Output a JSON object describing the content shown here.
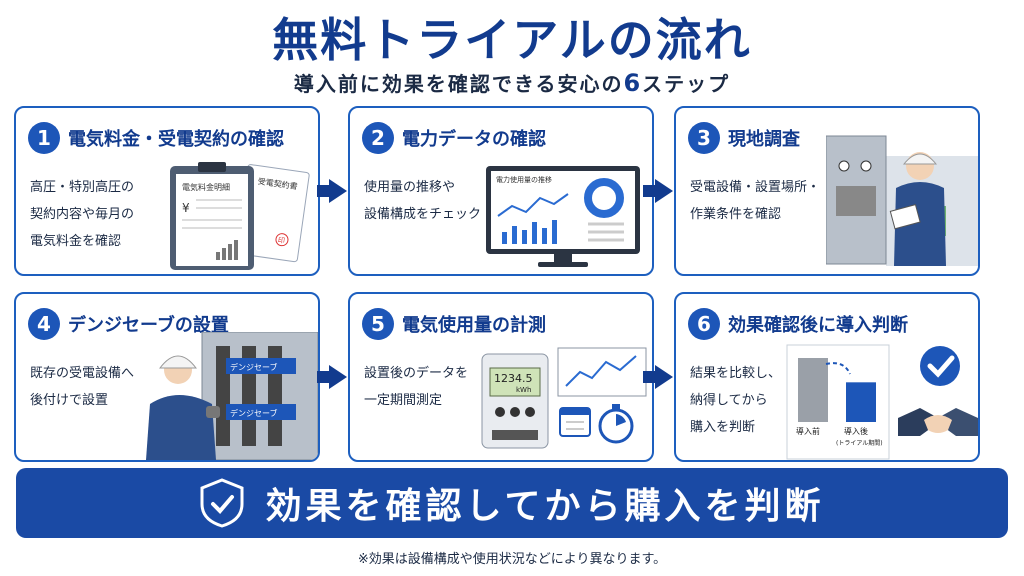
{
  "title": "無料トライアルの流れ",
  "subtitle_prefix": "導入前に効果を確認できる安心の",
  "subtitle_num": "6",
  "subtitle_suffix": "ステップ",
  "steps": [
    {
      "num": "1",
      "title": "電気料金・受電契約の確認",
      "desc": "高圧・特別高圧の\n契約内容や毎月の\n電気料金を確認",
      "doc1": "電気料金明細",
      "doc2": "受電契約書",
      "yen": "¥",
      "stamp": "印"
    },
    {
      "num": "2",
      "title": "電力データの確認",
      "desc": "使用量の推移や\n設備構成をチェック",
      "screen_title": "電力使用量の推移"
    },
    {
      "num": "3",
      "title": "現地調査",
      "desc": "受電設備・設置場所・\n作業条件を確認"
    },
    {
      "num": "4",
      "title": "デンジセーブの設置",
      "desc": "既存の受電設備へ\n後付けで設置",
      "device_label": "デンジセーブ"
    },
    {
      "num": "5",
      "title": "電気使用量の計測",
      "desc": "設置後のデータを\n一定期間測定",
      "meter_value": "1234.5",
      "meter_unit": "kWh"
    },
    {
      "num": "6",
      "title": "効果確認後に導入判断",
      "desc": "結果を比較し、\n納得してから\n購入を判断",
      "bar_before": "導入前",
      "bar_after": "導入後",
      "bar_after_note": "(トライアル期間)",
      "bar_values": [
        100,
        62
      ]
    }
  ],
  "banner": "効果を確認してから購入を判断",
  "note": "※効果は設備構成や使用状況などにより異なります。",
  "colors": {
    "brand": "#123b8e",
    "accent": "#1d56b8",
    "banner": "#1a4aa5",
    "border": "#1d5fbf"
  },
  "icons": [
    "clipboard-icon",
    "monitor-icon",
    "worker-icon",
    "switchboard-icon",
    "meter-icon",
    "stopwatch-icon",
    "calendar-icon",
    "checkmark-icon",
    "handshake-icon",
    "shield-icon"
  ]
}
